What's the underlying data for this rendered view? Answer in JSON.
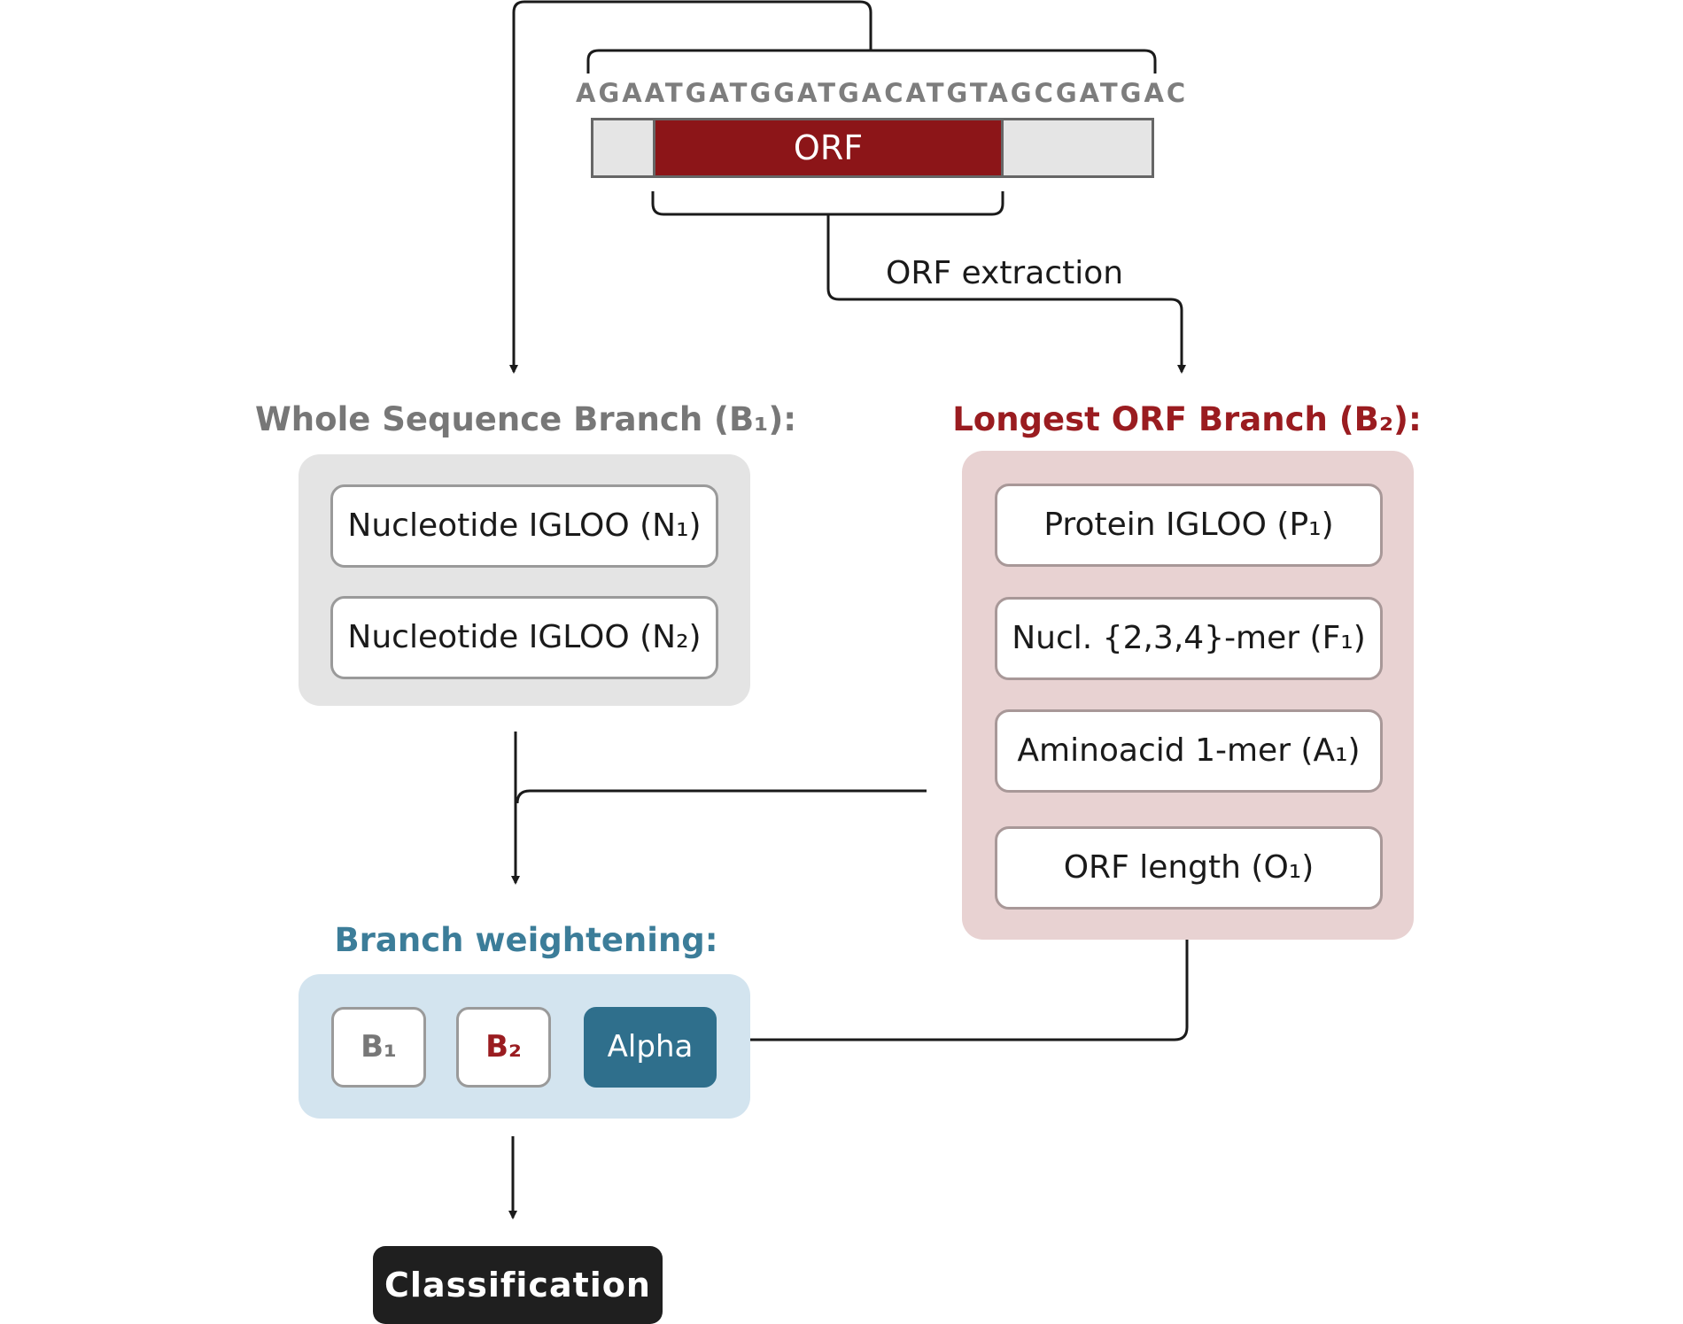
{
  "sequence": "AGAATGATGGATGACATGTAGCGATGAC",
  "orf_label": "ORF",
  "extraction_label": "ORF extraction",
  "branch1": {
    "title": "Whole Sequence Branch (B₁):",
    "nodes": [
      "Nucleotide IGLOO (N₁)",
      "Nucleotide IGLOO (N₂)"
    ]
  },
  "branch2": {
    "title": "Longest ORF Branch (B₂):",
    "nodes": [
      "Protein IGLOO (P₁)",
      "Nucl. {2,3,4}-mer (F₁)",
      "Aminoacid 1-mer (A₁)",
      "ORF length (O₁)"
    ]
  },
  "weighting": {
    "title": "Branch weightening:",
    "b1": "B₁",
    "b2": "B₂",
    "alpha": "Alpha"
  },
  "output": "Classification",
  "colors": {
    "orf_fill": "#8c1518",
    "branch1_title": "#777777",
    "branch2_title": "#9a1c20",
    "weighting_title": "#3c7d99",
    "alpha_fill": "#2f6f8c",
    "classification_fill": "#1f1f1f"
  }
}
